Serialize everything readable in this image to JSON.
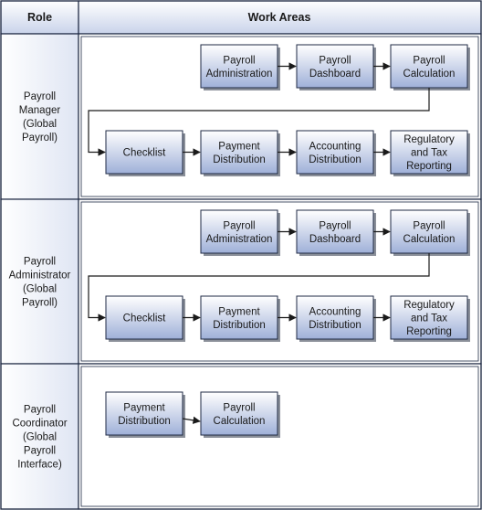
{
  "header": {
    "role_label": "Role",
    "work_areas_label": "Work Areas"
  },
  "lanes": [
    {
      "role": [
        "Payroll",
        "Manager",
        "(Global",
        "Payroll)"
      ],
      "boxes": [
        [
          "Payroll",
          "Administration"
        ],
        [
          "Payroll",
          "Dashboard"
        ],
        [
          "Payroll",
          "Calculation"
        ],
        [
          "Checklist"
        ],
        [
          "Payment",
          "Distribution"
        ],
        [
          "Accounting",
          "Distribution"
        ],
        [
          "Regulatory",
          "and Tax",
          "Reporting"
        ]
      ]
    },
    {
      "role": [
        "Payroll",
        "Administrator",
        "(Global",
        "Payroll)"
      ],
      "boxes": [
        [
          "Payroll",
          "Administration"
        ],
        [
          "Payroll",
          "Dashboard"
        ],
        [
          "Payroll",
          "Calculation"
        ],
        [
          "Checklist"
        ],
        [
          "Payment",
          "Distribution"
        ],
        [
          "Accounting",
          "Distribution"
        ],
        [
          "Regulatory",
          "and Tax",
          "Reporting"
        ]
      ]
    },
    {
      "role": [
        "Payroll",
        "Coordinator",
        "(Global",
        "Payroll",
        "Interface)"
      ],
      "boxes": [
        [
          "Payment",
          "Distribution"
        ],
        [
          "Payroll",
          "Calculation"
        ]
      ]
    }
  ],
  "colors": {
    "header_top": "#ffffff",
    "header_bottom": "#c9d3ea",
    "box_top": "#ffffff",
    "box_bottom": "#9fb0d8",
    "outline": "#1f2a44"
  }
}
